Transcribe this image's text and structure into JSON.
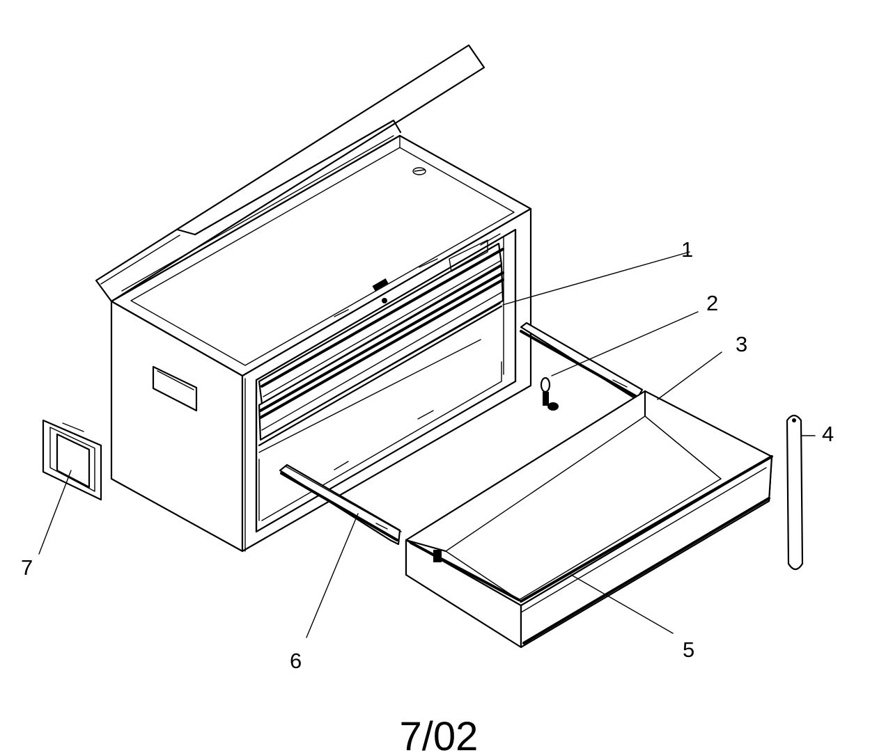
{
  "callouts": [
    {
      "number": "1"
    },
    {
      "number": "2"
    },
    {
      "number": "3"
    },
    {
      "number": "4"
    },
    {
      "number": "5"
    },
    {
      "number": "6"
    },
    {
      "number": "7"
    }
  ],
  "footer": {
    "code": "7/02"
  }
}
